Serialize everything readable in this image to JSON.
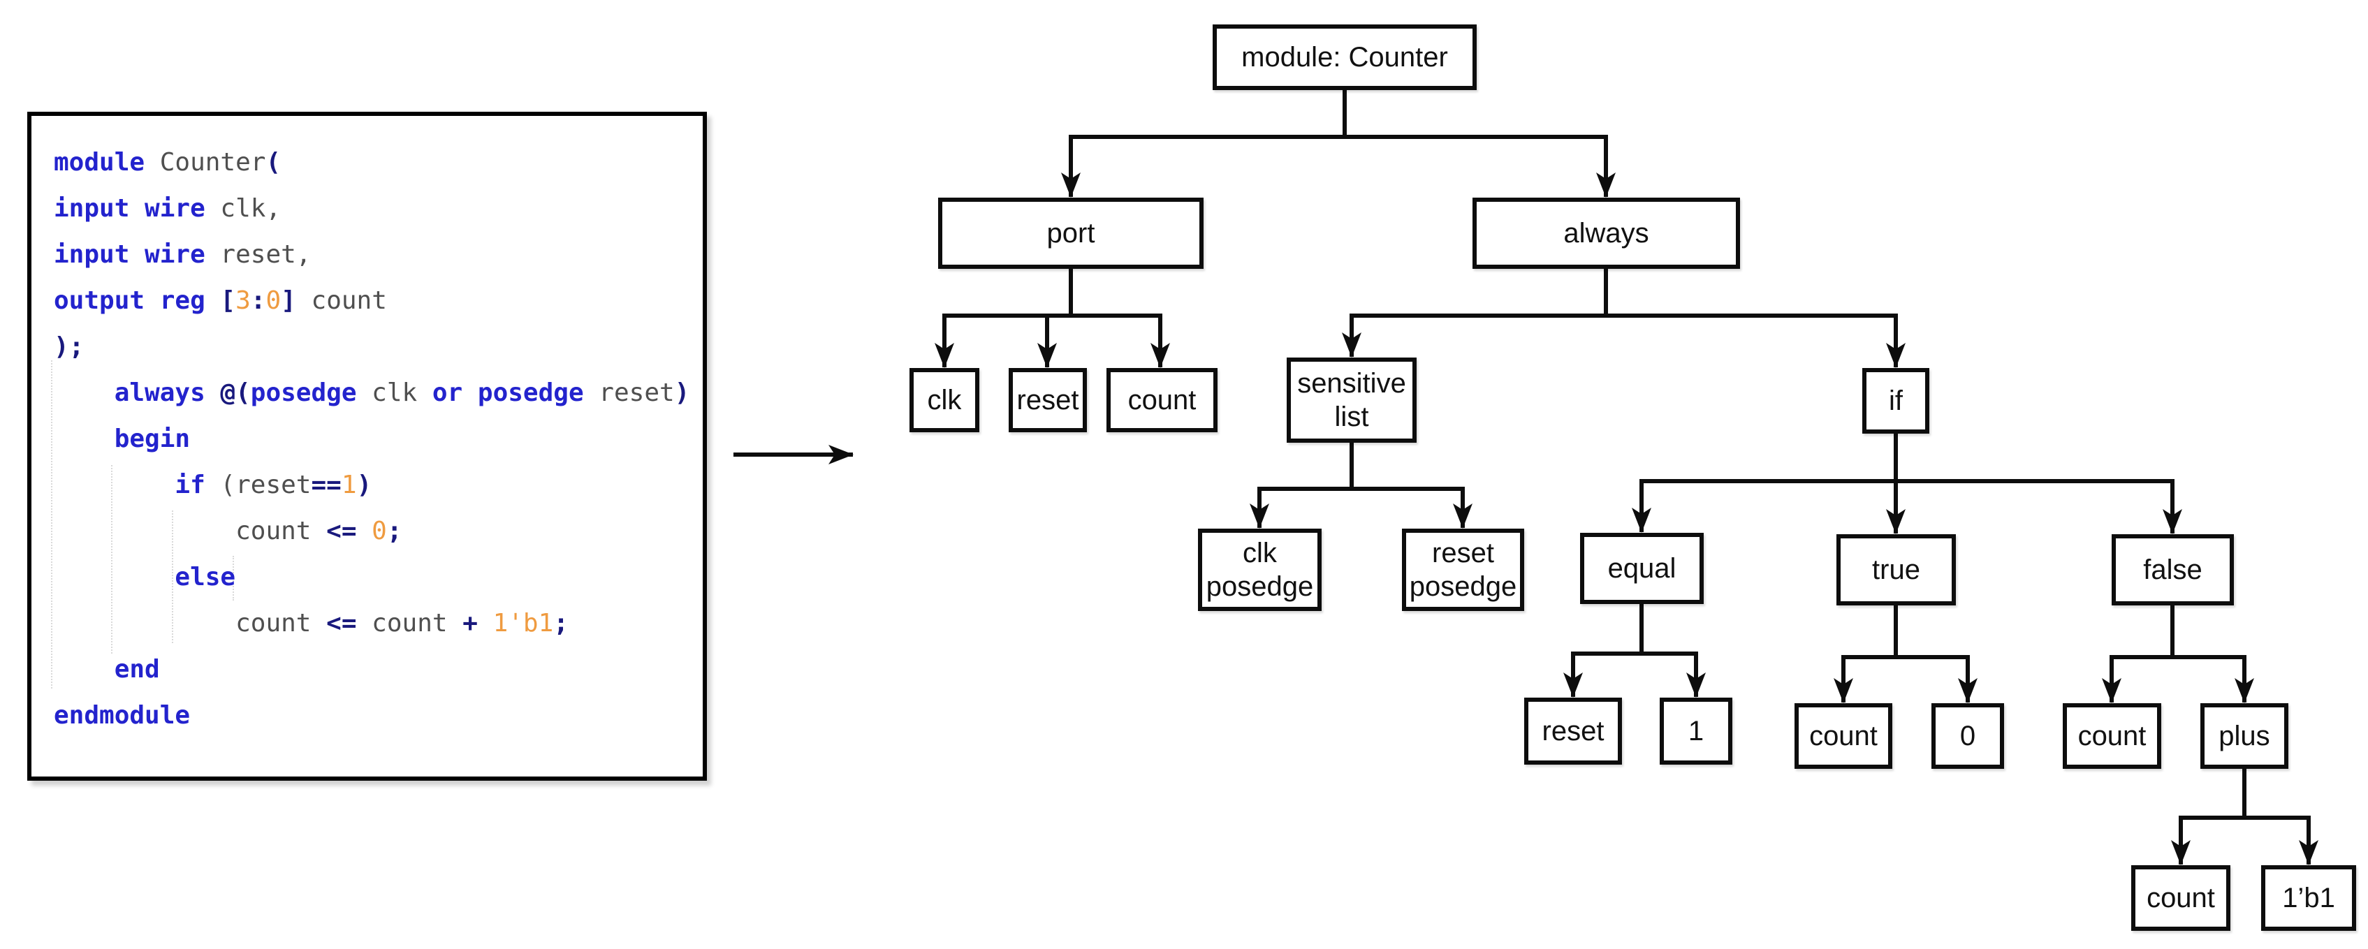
{
  "figure": {
    "description": "Verilog Counter module source code transformed (arrow) into its abstract syntax tree",
    "colors": {
      "keyword_blue": "#2323cd",
      "operator_navy": "#19197d",
      "number_orange": "#ef9b40",
      "identifier_gray": "#4f4f4f",
      "box_border": "#0d0d0d",
      "connector": "#0d0d0d",
      "background": "#ffffff"
    }
  },
  "code_panel": {
    "language": "verilog",
    "lines": [
      [
        [
          "kw",
          "module "
        ],
        [
          "id",
          "Counter"
        ],
        [
          "op",
          "("
        ]
      ],
      [
        [
          "kw",
          "input wire "
        ],
        [
          "id",
          "clk,"
        ]
      ],
      [
        [
          "kw",
          "input wire "
        ],
        [
          "id",
          "reset,"
        ]
      ],
      [
        [
          "kw",
          "output reg "
        ],
        [
          "op",
          "["
        ],
        [
          "num",
          "3"
        ],
        [
          "op",
          ":"
        ],
        [
          "num",
          "0"
        ],
        [
          "op",
          "]"
        ],
        [
          "id",
          " count"
        ]
      ],
      [
        [
          "op",
          ");"
        ]
      ],
      [
        [
          "sp",
          "    "
        ],
        [
          "kw",
          "always "
        ],
        [
          "op",
          "@("
        ],
        [
          "kw",
          "posedge "
        ],
        [
          "id",
          "clk "
        ],
        [
          "kw",
          "or "
        ],
        [
          "kw",
          "posedge "
        ],
        [
          "id",
          "reset"
        ],
        [
          "op",
          ")"
        ]
      ],
      [
        [
          "sp",
          "    "
        ],
        [
          "kw",
          "begin"
        ]
      ],
      [
        [
          "sp",
          "        "
        ],
        [
          "kw",
          "if "
        ],
        [
          "id",
          "(reset"
        ],
        [
          "op",
          "=="
        ],
        [
          "num",
          "1"
        ],
        [
          "op",
          ")"
        ]
      ],
      [
        [
          "sp",
          "            "
        ],
        [
          "id",
          "count "
        ],
        [
          "op",
          "<= "
        ],
        [
          "num",
          "0"
        ],
        [
          "op",
          ";"
        ]
      ],
      [
        [
          "sp",
          "        "
        ],
        [
          "kw",
          "else"
        ]
      ],
      [
        [
          "sp",
          "            "
        ],
        [
          "id",
          "count "
        ],
        [
          "op",
          "<= "
        ],
        [
          "id",
          "count "
        ],
        [
          "op",
          "+ "
        ],
        [
          "num",
          "1'b1"
        ],
        [
          "op",
          ";"
        ]
      ],
      [
        [
          "sp",
          "    "
        ],
        [
          "kw",
          "end"
        ]
      ],
      [
        [
          "kw",
          "endmodule"
        ]
      ]
    ]
  },
  "tree": {
    "nodes": [
      {
        "id": "module",
        "label": "module: Counter"
      },
      {
        "id": "port",
        "label": "port"
      },
      {
        "id": "always",
        "label": "always"
      },
      {
        "id": "clk",
        "label": "clk"
      },
      {
        "id": "reset",
        "label": "reset"
      },
      {
        "id": "count-port",
        "label": "count"
      },
      {
        "id": "sensitive-list",
        "label": "sensitive\nlist"
      },
      {
        "id": "if",
        "label": "if"
      },
      {
        "id": "clk-posedge",
        "label": "clk\nposedge"
      },
      {
        "id": "reset-posedge",
        "label": "reset\nposedge"
      },
      {
        "id": "equal",
        "label": "equal"
      },
      {
        "id": "true",
        "label": "true"
      },
      {
        "id": "false",
        "label": "false"
      },
      {
        "id": "reset-leaf",
        "label": "reset"
      },
      {
        "id": "one",
        "label": "1"
      },
      {
        "id": "count-true",
        "label": "count"
      },
      {
        "id": "zero",
        "label": "0"
      },
      {
        "id": "count-false",
        "label": "count"
      },
      {
        "id": "plus",
        "label": "plus"
      },
      {
        "id": "count-plus",
        "label": "count"
      },
      {
        "id": "onebit",
        "label": "1’b1"
      }
    ],
    "edges": [
      {
        "parent": "module: Counter",
        "children": [
          "port",
          "always"
        ]
      },
      {
        "parent": "port",
        "children": [
          "clk",
          "reset",
          "count"
        ]
      },
      {
        "parent": "always",
        "children": [
          "sensitive list",
          "if"
        ]
      },
      {
        "parent": "sensitive list",
        "children": [
          "clk posedge",
          "reset posedge"
        ]
      },
      {
        "parent": "if",
        "children": [
          "equal",
          "true",
          "false"
        ]
      },
      {
        "parent": "equal",
        "children": [
          "reset",
          "1"
        ]
      },
      {
        "parent": "true",
        "children": [
          "count",
          "0"
        ]
      },
      {
        "parent": "false",
        "children": [
          "count",
          "plus"
        ]
      },
      {
        "parent": "plus",
        "children": [
          "count",
          "1’b1"
        ]
      }
    ]
  }
}
